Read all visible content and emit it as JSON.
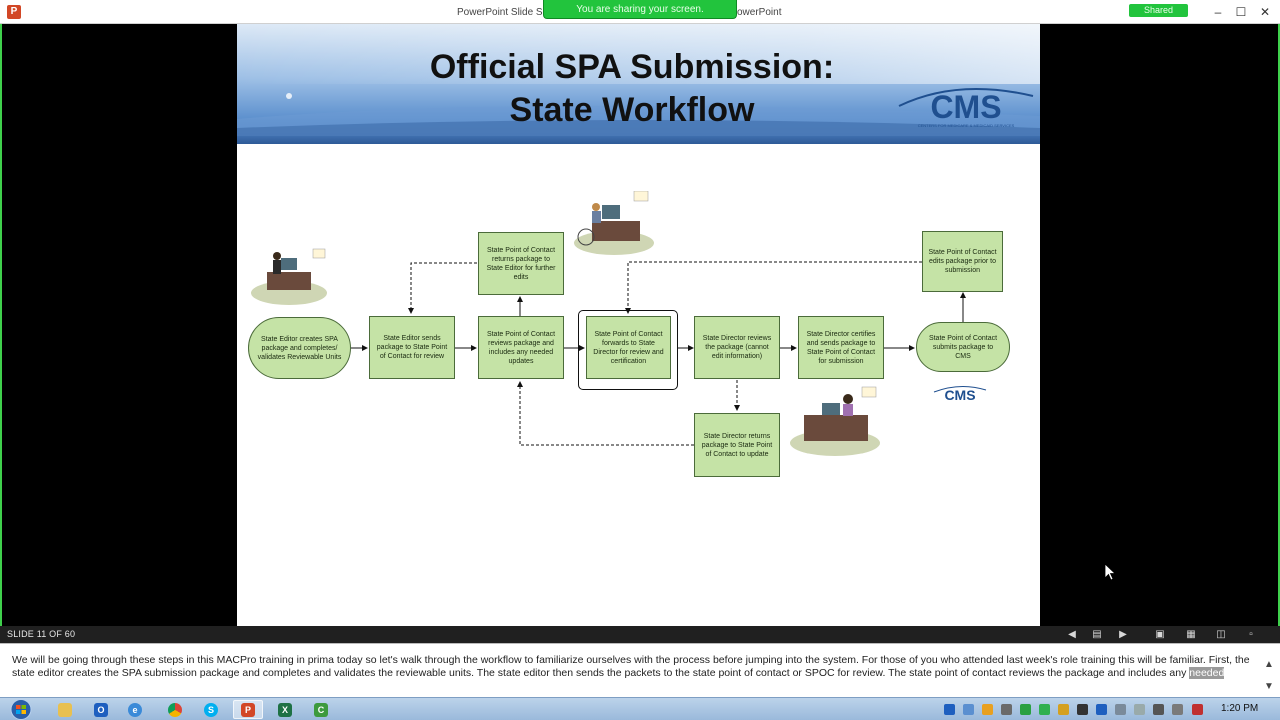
{
  "window": {
    "title": "PowerPoint Slide Show - [MACPro SPA Training] - PowerPoint",
    "title_visible_left": "PowerPoint Slide Sh",
    "title_visible_right": "owerPoint",
    "sharing_banner": "You are sharing your screen.",
    "shared_badge": "Shared",
    "app_icon_letter": "P"
  },
  "slide": {
    "title_line1": "Official SPA Submission:",
    "title_line2": "State Workflow",
    "logo_text": "CMS",
    "logo_subtext": "CENTERS FOR MEDICARE & MEDICAID SERVICES",
    "small_logo_text": "CMS",
    "flow": {
      "n1": "State Editor creates SPA package and completes/ validates Reviewable Units",
      "n2": "State Editor sends package to State Point of Contact for review",
      "n3": "State Point of Contact reviews package and includes any needed updates",
      "n4": "State Point of Contact returns package to State Editor for further edits",
      "n5": "State Point of Contact forwards to State Director for review and certification",
      "n6": "State Director reviews the package (cannot edit information)",
      "n7": "State Director returns package to State Point of Contact to update",
      "n8": "State Director certifies and sends package to State Point of Contact for submission",
      "n9": "State Point of Contact submits package to CMS",
      "n10": "State Point of Contact edits package prior to submission"
    }
  },
  "statusbar": {
    "slide_counter": "SLIDE 11 OF 60"
  },
  "notes": {
    "text": "We will be going through these steps in this MACPro training in prima today so let's walk through the workflow to familiarize ourselves with the process before jumping into the system. For those of you who attended last week's role training this will be familiar. First, the state editor creates the SPA submission package and completes and validates the reviewable units. The state editor then sends the packets to the state point of contact or SPOC for review. The state point of contact reviews the package and includes any",
    "selected_word": "needed"
  },
  "taskbar": {
    "clock": "1:20 PM",
    "apps": [
      "file-explorer",
      "outlook",
      "internet-explorer",
      "chrome",
      "skype",
      "powerpoint",
      "excel",
      "camtasia"
    ]
  },
  "colors": {
    "flow_box_fill": "#c5e3a6",
    "flow_box_border": "#4b6b3a",
    "share_green": "#22c43d",
    "frame_green": "#3fd04c"
  }
}
